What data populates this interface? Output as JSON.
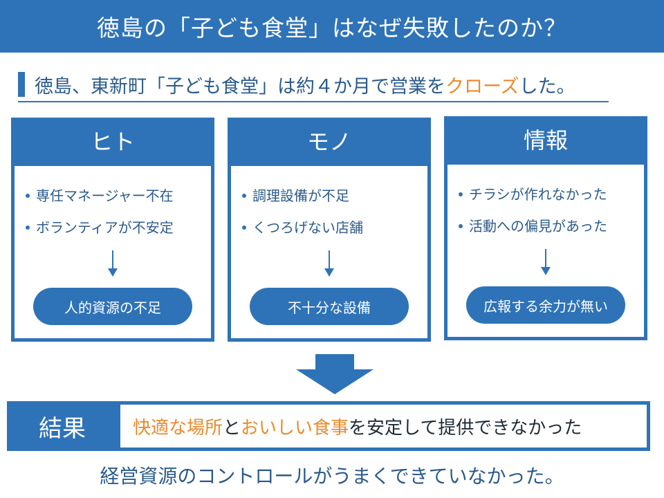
{
  "title": "徳島の「子ども食堂」はなぜ失敗したのか？",
  "subtitle": {
    "prefix": "徳島、東新町「子ども食堂」は約４か月で営業を",
    "highlight": "クローズ",
    "suffix": "した。"
  },
  "columns": [
    {
      "heading": "ヒト",
      "items": [
        "専任マネージャー不在",
        "ボランティアが不安定"
      ],
      "result": "人的資源の不足"
    },
    {
      "heading": "モノ",
      "items": [
        "調理設備が不足",
        "くつろげない店舗"
      ],
      "result": "不十分な設備"
    },
    {
      "heading": "情報",
      "items": [
        "チラシが作れなかった",
        "活動への偏見があった"
      ],
      "result": "広報する余力が無い"
    }
  ],
  "result": {
    "label": "結果",
    "highlight1": "快適な場所",
    "connector": "と",
    "highlight2": "おいしい食事",
    "tail": "を安定して提供できなかった"
  },
  "footer": "経営資源のコントロールがうまくできていなかった。",
  "colors": {
    "primary": "#2e73b8",
    "accent": "#e98a2d",
    "text": "#2a5a8c"
  }
}
